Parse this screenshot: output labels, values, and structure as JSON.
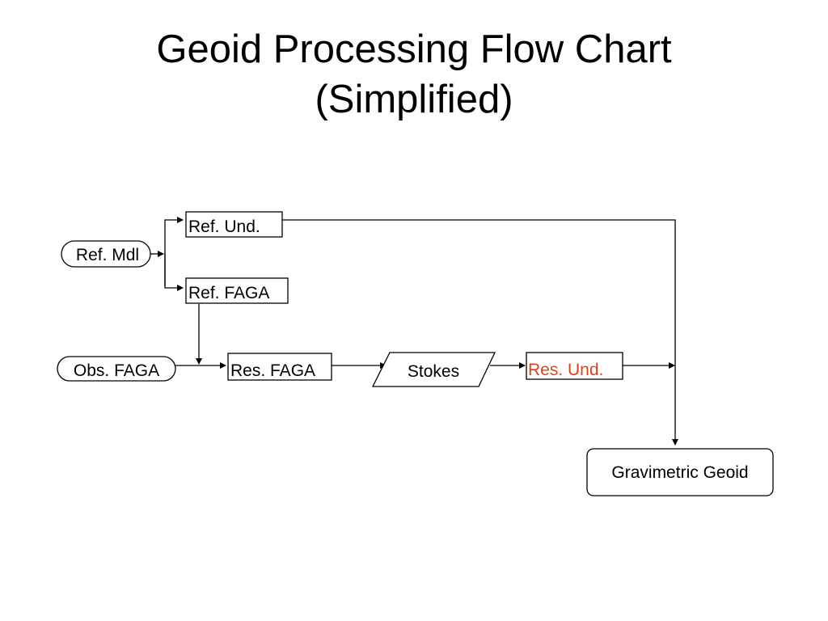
{
  "title": {
    "line1": "Geoid Processing Flow Chart",
    "line2": "(Simplified)"
  },
  "nodes": {
    "ref_mdl": "Ref. Mdl",
    "ref_und": "Ref. Und.",
    "ref_faga": "Ref. FAGA",
    "obs_faga": "Obs. FAGA",
    "res_faga": "Res. FAGA",
    "stokes": "Stokes",
    "res_und": "Res. Und.",
    "grav_geoid": "Gravimetric Geoid"
  },
  "colors": {
    "line": "#000000",
    "highlight_text": "#e0401c"
  }
}
